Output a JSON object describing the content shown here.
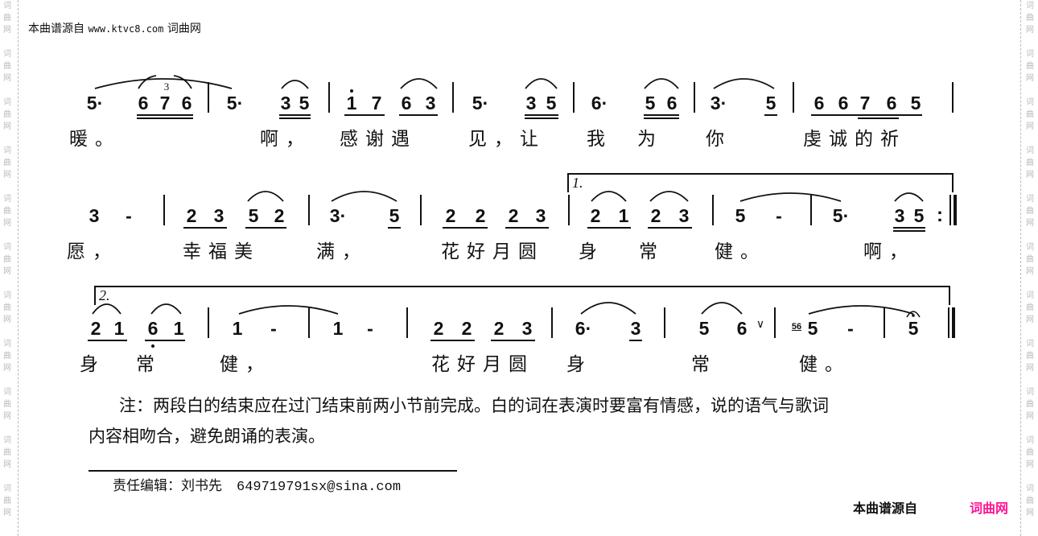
{
  "watermark": {
    "chars": [
      "词",
      "曲",
      "网"
    ]
  },
  "source_header": {
    "prefix": "本曲谱源自",
    "url": "www.ktvc8.com",
    "site": "词曲网"
  },
  "rows": [
    {
      "notes": [
        "5·",
        "6",
        "7",
        "6",
        "5·",
        "3",
        "5",
        "1",
        "7",
        "6",
        "3",
        "5·",
        "3",
        "5",
        "6·",
        "5",
        "6",
        "3·",
        "5",
        "6",
        "6",
        "7",
        "6",
        "5"
      ],
      "triplet_label": "3",
      "lyrics": [
        "暖。",
        "啊，",
        "感谢遇",
        "见，让",
        "我",
        "为",
        "你",
        "虔诚的祈"
      ]
    },
    {
      "notes": [
        "3",
        "-",
        "2",
        "3",
        "5",
        "2",
        "3·",
        "5",
        "2",
        "2",
        "2",
        "3",
        "2",
        "1",
        "2",
        "3",
        "5",
        "-",
        "5·",
        "3",
        "5",
        ":"
      ],
      "volta_label": "1.",
      "lyrics": [
        "愿，",
        "幸福美",
        "满，",
        "花好月圆",
        "身",
        "常",
        "健。",
        "啊，"
      ]
    },
    {
      "notes": [
        "2",
        "1",
        "6",
        "1",
        "1",
        "-",
        "1",
        "-",
        "2",
        "2",
        "2",
        "3",
        "6·",
        "3",
        "5",
        "6",
        "∨",
        "56",
        "5",
        "-",
        "5"
      ],
      "volta_label": "2.",
      "lyrics": [
        "身",
        "常",
        "健，",
        "花好月圆",
        "身",
        "常",
        "健。"
      ]
    }
  ],
  "note": {
    "line1": "注：两段白的结束应在过门结束前两小节前完成。白的词在表演时要富有情感，说的语气与歌词",
    "line2": "内容相吻合，避免朗诵的表演。"
  },
  "editor": {
    "label": "责任编辑：刘书先",
    "email": "649719791sx@sina.com"
  },
  "footer": {
    "source": "本曲谱源自",
    "brand": "词曲网",
    "brand_color": "#ff1493"
  }
}
